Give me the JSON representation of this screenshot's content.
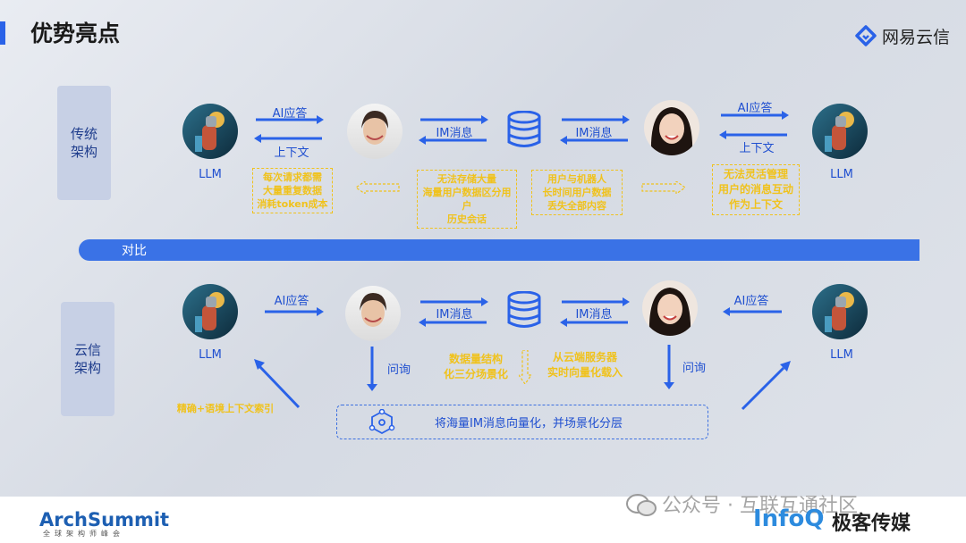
{
  "header": {
    "title": "优势亮点",
    "brand": "网易云信"
  },
  "top_row": {
    "side_label_line1": "传统",
    "side_label_line2": "架构",
    "llm_left": "LLM",
    "llm_right": "LLM",
    "ai_answer_left": "AI应答",
    "context_left": "上下文",
    "im_msg_1": "IM消息",
    "im_msg_2": "IM消息",
    "ai_answer_right": "AI应答",
    "context_right": "上下文",
    "note_1": [
      "每次请求都需",
      "大量重复数据",
      "消耗token成本"
    ],
    "note_2": [
      "无法存储大量",
      "海量用户数据区分用户",
      "历史会话"
    ],
    "note_3": [
      "用户与机器人",
      "长时间用户数据",
      "丢失全部内容"
    ],
    "note_4": [
      "无法灵活管理",
      "用户的消息互动",
      "作为上下文"
    ]
  },
  "divider": {
    "label": "对比"
  },
  "bottom_row": {
    "side_label_line1": "云信",
    "side_label_line2": "架构",
    "llm_left": "LLM",
    "llm_right": "LLM",
    "ai_answer_left": "AI应答",
    "ai_answer_right": "AI应答",
    "im_msg_1": "IM消息",
    "im_msg_2": "IM消息",
    "query_left": "问询",
    "query_right": "问询",
    "note_middle": [
      "数据量结构",
      "化三分场景化"
    ],
    "note_cloud": [
      "从云端服务器",
      "实时向量化载入"
    ],
    "note_left": "精确+语境上下文索引",
    "box_text": "将海量IM消息向量化，并场景化分层"
  },
  "footer": {
    "wechat": "公众号 · 互联互通社区",
    "infoq": "InfoQ",
    "jike": "极客传媒",
    "arch": "ArchSummit",
    "arch_sub": "全球架构师峰会"
  },
  "colors": {
    "accent": "#2a62e8",
    "note": "#f0c21c",
    "band": "#3a72e6"
  }
}
